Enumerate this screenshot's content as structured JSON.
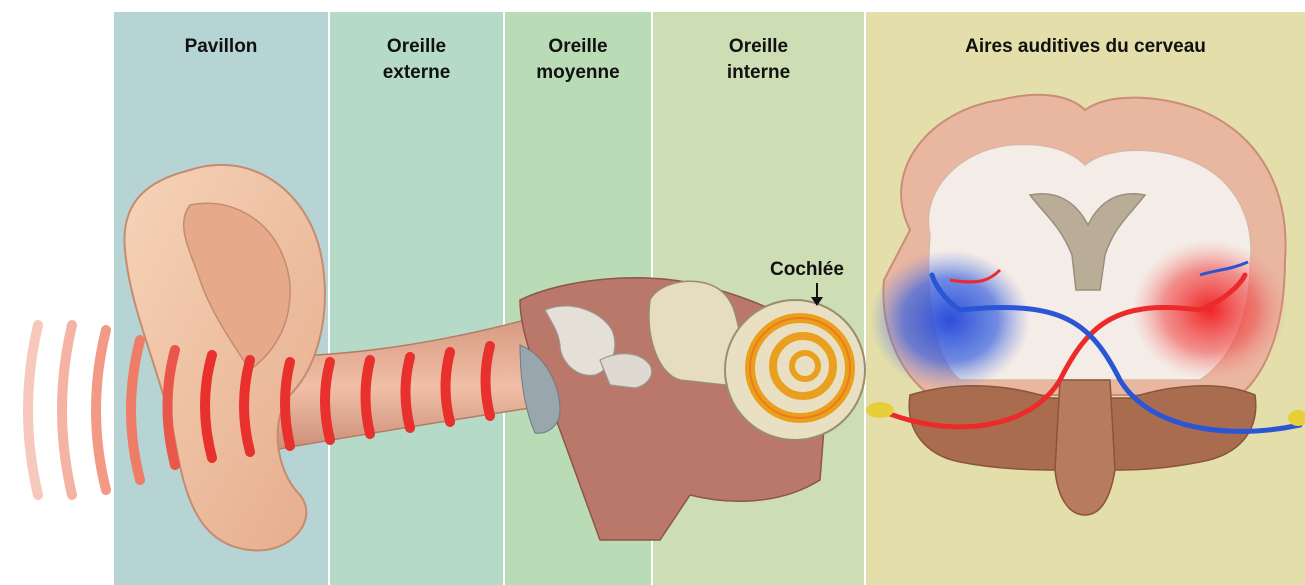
{
  "regions": [
    {
      "id": "pavillon",
      "label": "Pavillon"
    },
    {
      "id": "externe",
      "label": "Oreille\nexterne"
    },
    {
      "id": "moyenne",
      "label": "Oreille\nmoyenne"
    },
    {
      "id": "interne",
      "label": "Oreille\ninterne"
    },
    {
      "id": "cerveau",
      "label": "Aires auditives du cerveau"
    }
  ],
  "callouts": {
    "cochlea": "Cochlée"
  },
  "colors": {
    "sound_wave": "#e8302c",
    "left_auditory_area": "#2a56d6",
    "right_auditory_area": "#ee2020",
    "skin": "#f1c3a3",
    "brain_tissue": "#e8b59d"
  }
}
